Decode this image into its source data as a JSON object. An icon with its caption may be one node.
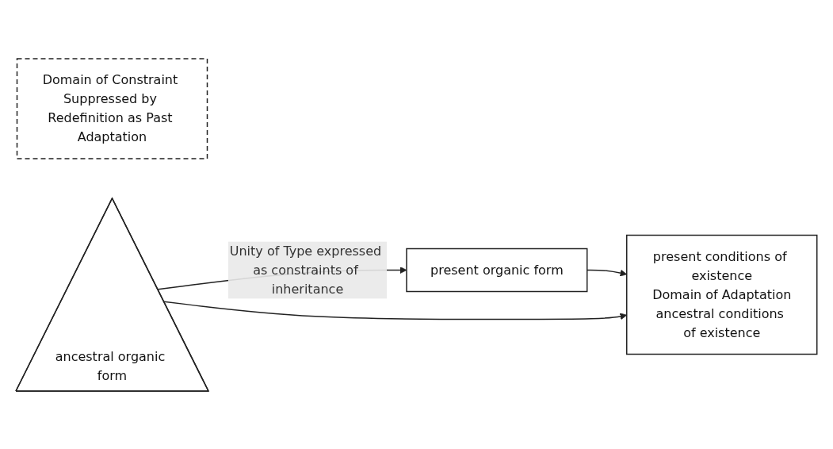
{
  "diagram": {
    "nodes": [
      {
        "text": [
          "Domain of Constraint Suppressed by Redefinition as Past Adaptation"
        ]
      },
      {
        "text": [
          "present organic form"
        ]
      },
      {
        "text": [
          "ancestral organic form"
        ]
      },
      {
        "text": [
          "present conditions of existence",
          "Domain of Adaptation",
          "ancestral conditions of existence"
        ]
      }
    ],
    "edges": [
      {
        "from": 2,
        "to": 1,
        "arrow": "to",
        "label": "Unity of Type expressed as constraints of inheritance"
      },
      {
        "from": 1,
        "to": 3,
        "arrow": "to"
      },
      {
        "from": 2,
        "to": 3,
        "arrow": "to"
      }
    ]
  }
}
